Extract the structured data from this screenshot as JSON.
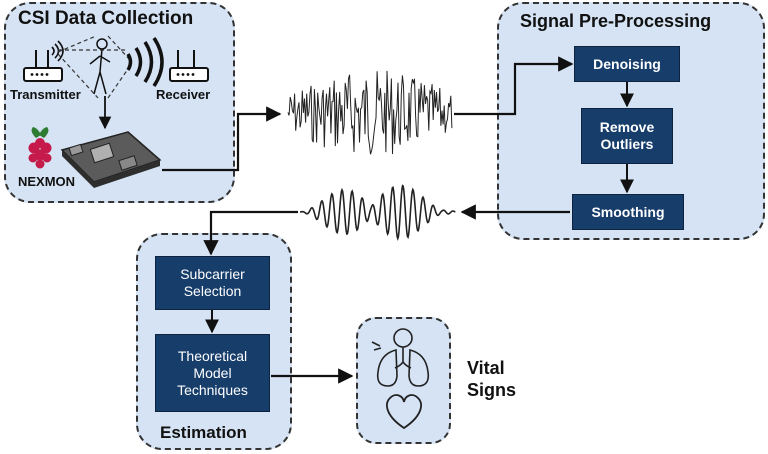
{
  "collection": {
    "title": "CSI Data Collection",
    "transmitter_label": "Transmitter",
    "receiver_label": "Receiver",
    "nexmon_label": "NEXMON"
  },
  "preprocessing": {
    "title": "Signal Pre-Processing",
    "steps": [
      "Denoising",
      "Remove\nOutliers",
      "Smoothing"
    ]
  },
  "estimation": {
    "title": "Estimation",
    "steps": [
      "Subcarrier\nSelection",
      "Theoretical\nModel\nTechniques"
    ]
  },
  "vital_signs": {
    "label": "Vital\nSigns"
  },
  "colors": {
    "panel_fill": "#d5e3f4",
    "box_fill": "#173d6b",
    "raspberry": "#c51a4a"
  },
  "icons": [
    "router-icon",
    "wifi-waves-icon",
    "person-icon",
    "raspberry-pi-logo-icon",
    "circuit-board-icon",
    "lungs-icon",
    "heart-icon",
    "raw-signal-waveform",
    "smooth-signal-waveform"
  ]
}
